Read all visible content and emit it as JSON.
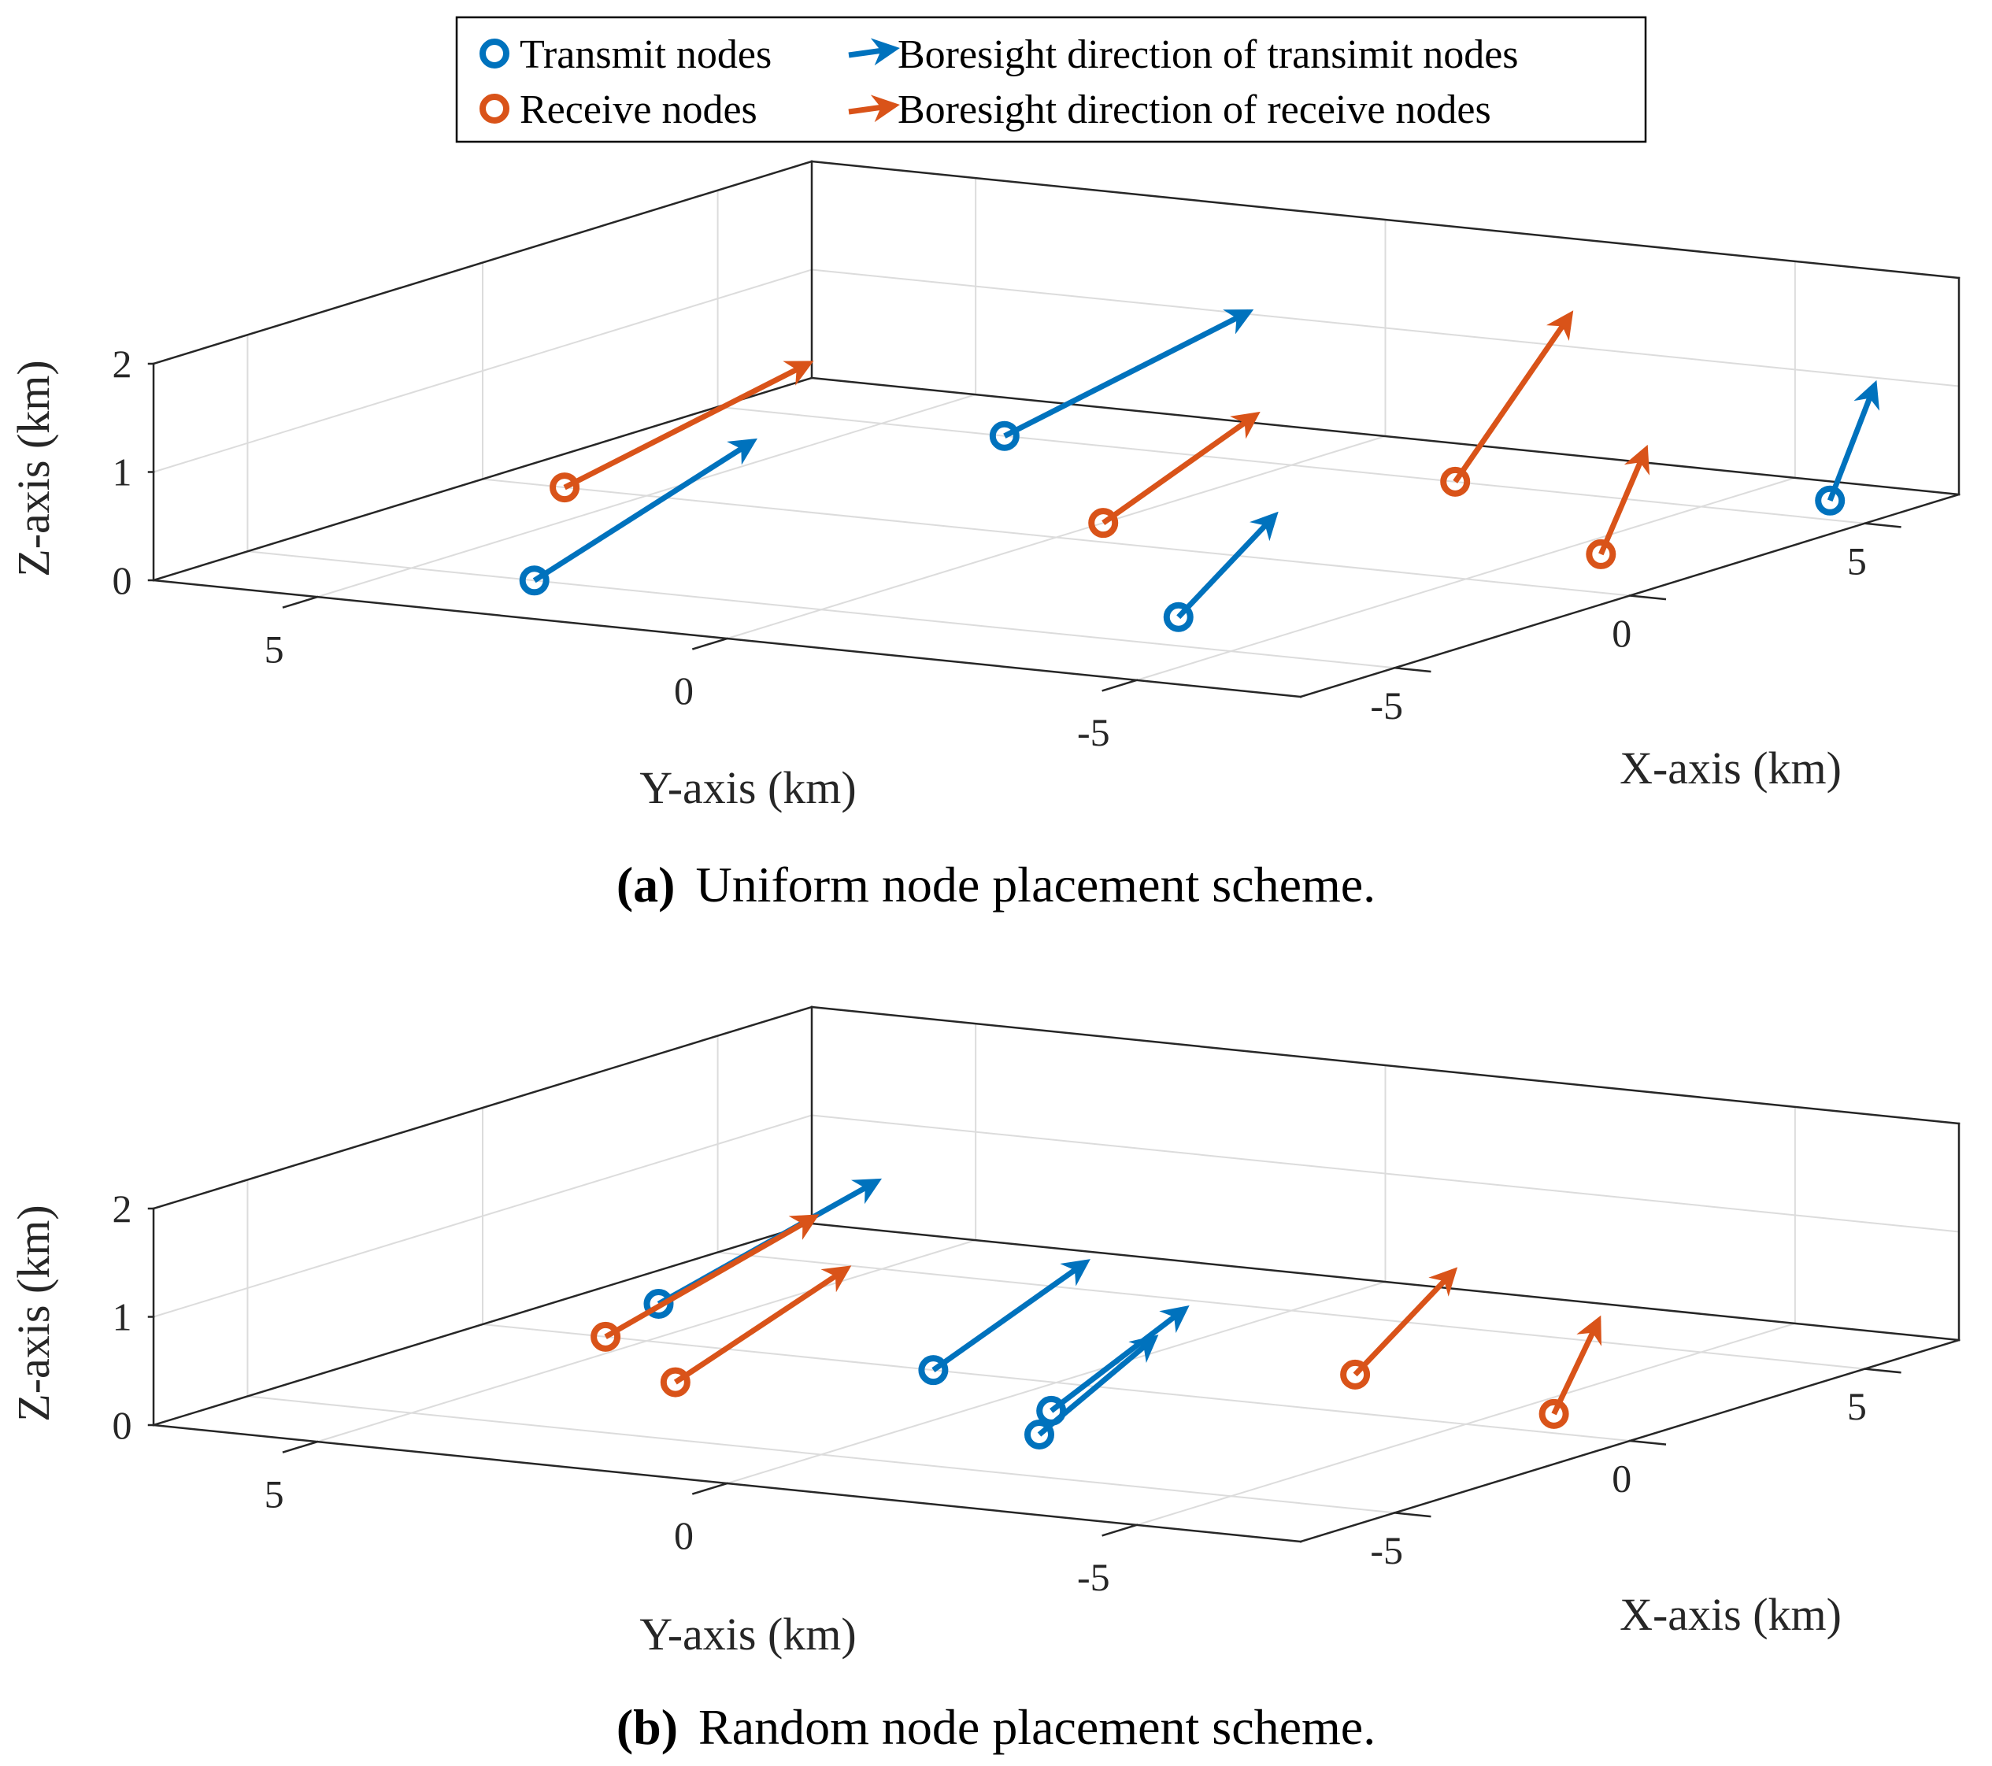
{
  "legend": {
    "entries": [
      {
        "label": "Transmit nodes",
        "kind": "marker",
        "color": "#0072BD"
      },
      {
        "label": "Boresight direction of transimit nodes",
        "kind": "arrow",
        "color": "#0072BD"
      },
      {
        "label": "Receive nodes",
        "kind": "marker",
        "color": "#D95319"
      },
      {
        "label": "Boresight direction of receive nodes",
        "kind": "arrow",
        "color": "#D95319"
      }
    ]
  },
  "colors": {
    "transmit": "#0072BD",
    "receive": "#D95319",
    "axis": "#262626",
    "grid": "#dcdcdc"
  },
  "chart_data": [
    {
      "type": "scatter",
      "projection": "3d",
      "caption_label": "(a)",
      "caption_text": "Uniform node placement scheme.",
      "xlabel": "X-axis (km)",
      "ylabel": "Y-axis (km)",
      "zlabel": "Z-axis (km)",
      "xlim": [
        -7,
        7
      ],
      "ylim": [
        -7,
        7
      ],
      "zlim": [
        0,
        2
      ],
      "xticks": [
        {
          "v": -5,
          "label": "-5"
        },
        {
          "v": 0,
          "label": "0"
        },
        {
          "v": 5,
          "label": "5"
        }
      ],
      "yticks": [
        {
          "v": 5,
          "label": "5"
        },
        {
          "v": 0,
          "label": "0"
        },
        {
          "v": -5,
          "label": "-5"
        }
      ],
      "zticks": [
        {
          "v": 0,
          "label": "0"
        },
        {
          "v": 1,
          "label": "1"
        },
        {
          "v": 2,
          "label": "2"
        }
      ],
      "grid": true,
      "series": [
        {
          "name": "Transmit nodes",
          "role": "transmit",
          "points": [
            [
              -5,
              3.5,
              0
            ],
            [
              5,
              3.5,
              0
            ],
            [
              -3.5,
              -3.5,
              0
            ],
            [
              6,
              -6,
              0
            ]
          ],
          "directions": [
            [
              0.9,
              -0.15,
              0.85
            ],
            [
              0.95,
              -0.2,
              0.7
            ],
            [
              0.25,
              -0.15,
              0.85
            ],
            [
              0.15,
              -0.05,
              1.0
            ]
          ]
        },
        {
          "name": "Receive nodes",
          "role": "receive",
          "points": [
            [
              0,
              6,
              0
            ],
            [
              1,
              0,
              0
            ],
            [
              5,
              -2,
              0
            ],
            [
              2,
              -5.5,
              0
            ]
          ],
          "directions": [
            [
              0.95,
              -0.2,
              0.7
            ],
            [
              0.55,
              -0.15,
              0.75
            ],
            [
              0.35,
              -0.15,
              1.4
            ],
            [
              0.15,
              -0.05,
              0.9
            ]
          ]
        }
      ]
    },
    {
      "type": "scatter",
      "projection": "3d",
      "caption_label": "(b)",
      "caption_text": "Random node placement scheme.",
      "xlabel": "X-axis (km)",
      "ylabel": "Y-axis (km)",
      "zlabel": "Z-axis (km)",
      "xlim": [
        -7,
        7
      ],
      "ylim": [
        -7,
        7
      ],
      "zlim": [
        0,
        2
      ],
      "xticks": [
        {
          "v": -5,
          "label": "-5"
        },
        {
          "v": 0,
          "label": "0"
        },
        {
          "v": 5,
          "label": "5"
        }
      ],
      "yticks": [
        {
          "v": 5,
          "label": "5"
        },
        {
          "v": 0,
          "label": "0"
        },
        {
          "v": -5,
          "label": "-5"
        }
      ],
      "zticks": [
        {
          "v": 0,
          "label": "0"
        },
        {
          "v": 1,
          "label": "1"
        },
        {
          "v": 2,
          "label": "2"
        }
      ],
      "grid": true,
      "series": [
        {
          "name": "Transmit nodes",
          "role": "transmit",
          "points": [
            [
              2,
              6,
              0
            ],
            [
              0,
              1.5,
              0
            ],
            [
              -1.5,
              -0.8,
              0
            ],
            [
              -2.8,
              -1.4,
              0
            ]
          ],
          "directions": [
            [
              0.9,
              -0.15,
              0.7
            ],
            [
              0.55,
              -0.15,
              0.75
            ],
            [
              0.45,
              -0.15,
              0.75
            ],
            [
              0.35,
              -0.15,
              0.75
            ]
          ]
        },
        {
          "name": "Receive nodes",
          "role": "receive",
          "points": [
            [
              0,
              5.5,
              0
            ],
            [
              -2,
              3.5,
              0
            ],
            [
              2,
              -2.5,
              0
            ],
            [
              1,
              -5.5,
              0
            ]
          ],
          "directions": [
            [
              0.85,
              -0.15,
              0.7
            ],
            [
              0.65,
              -0.15,
              0.75
            ],
            [
              0.35,
              -0.1,
              0.8
            ],
            [
              0.15,
              -0.05,
              0.8
            ]
          ]
        }
      ]
    }
  ]
}
